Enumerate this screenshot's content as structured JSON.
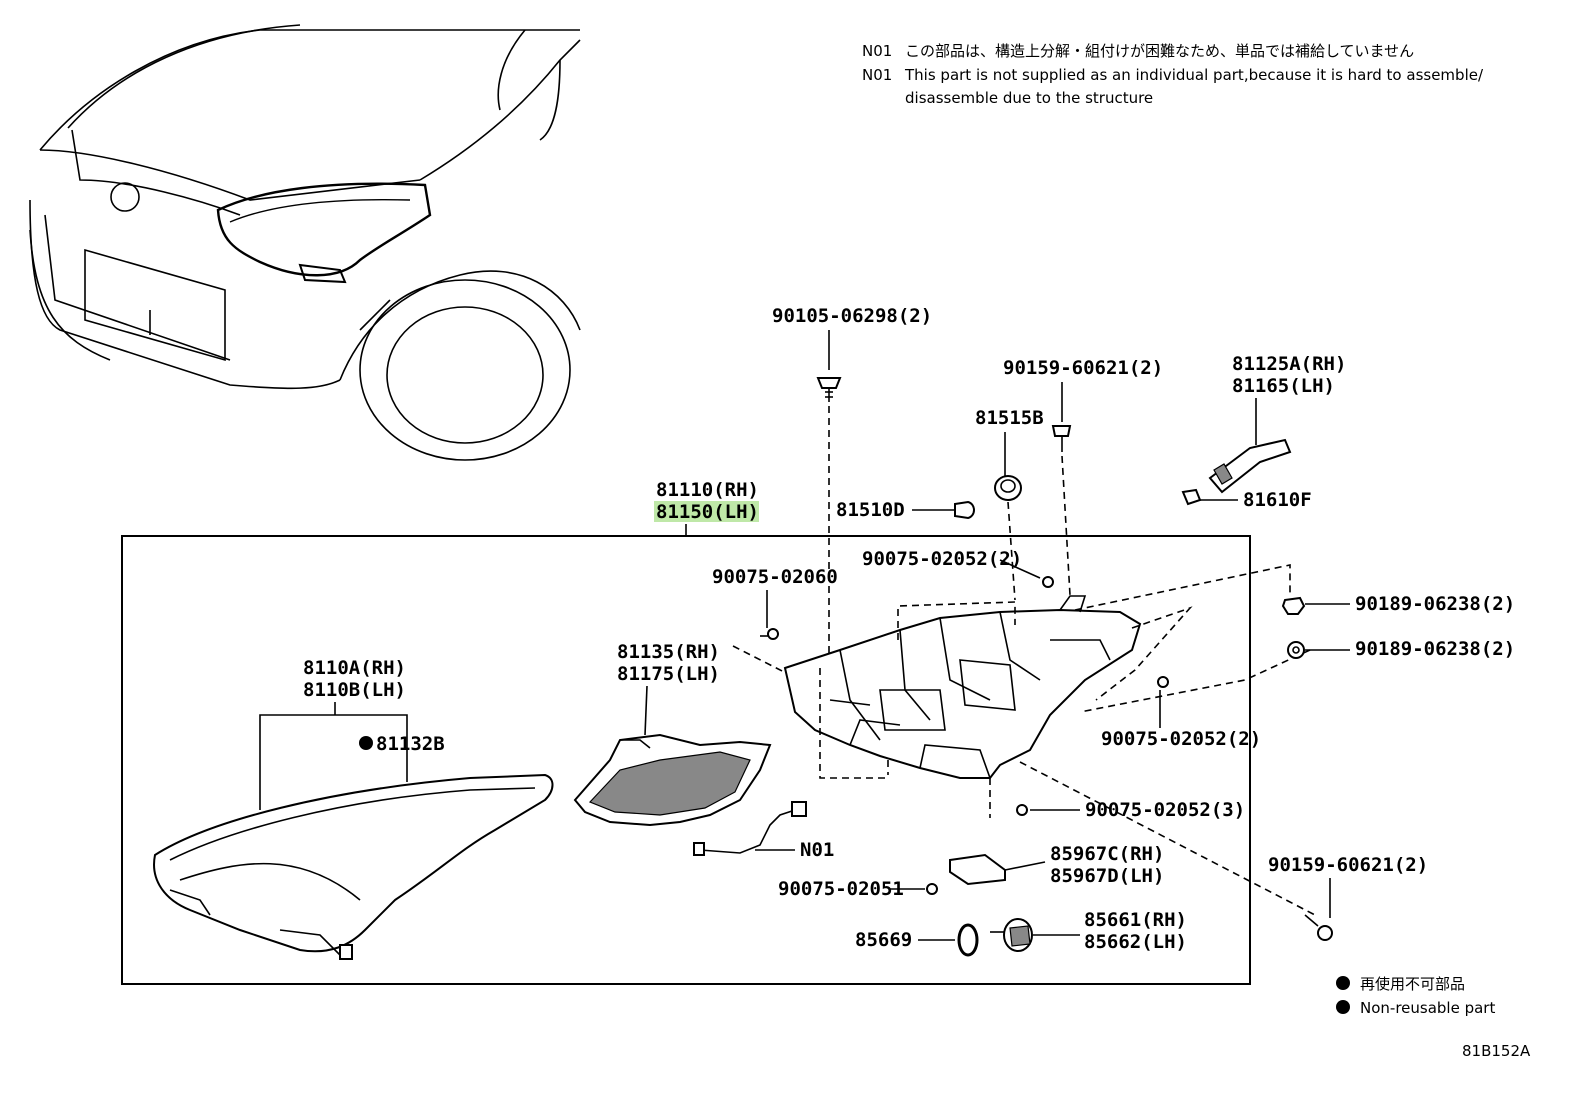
{
  "notes": {
    "n01_jp_code": "N01",
    "n01_jp_text": "この部品は、構造上分解・組付けが困難なため、単品では補給していません",
    "n01_en_code": "N01",
    "n01_en_line1": "This part is not supplied as an individual part,because it is hard to assemble/",
    "n01_en_line2": "disassemble due to the structure"
  },
  "labels": {
    "p90105": "90105-06298(2)",
    "p90159_top": "90159-60621(2)",
    "p81125": "81125A(RH)",
    "p81165": "81165(LH)",
    "p81515": "81515B",
    "p81510": "81510D",
    "p81610": "81610F",
    "p81110": "81110(RH)",
    "p81150": "81150(LH)",
    "p90075_52_top": "90075-02052(2)",
    "p90075_60": "90075-02060",
    "p90189_a": "90189-06238(2)",
    "p90189_b": "90189-06238(2)",
    "p81135": "81135(RH)",
    "p81175": "81175(LH)",
    "p8110a": "8110A(RH)",
    "p8110b": "8110B(LH)",
    "p81132": "81132B",
    "p90075_52_right": "90075-02052(2)",
    "p90075_52_3": "90075-02052(3)",
    "p_n01": "N01",
    "p85967c": "85967C(RH)",
    "p85967d": "85967D(LH)",
    "p90075_51": "90075-02051",
    "p90159_bottom": "90159-60621(2)",
    "p85669": "85669",
    "p85661": "85661(RH)",
    "p85662": "85662(LH)"
  },
  "legend": {
    "jp": "再使用不可部品",
    "en": "Non-reusable part"
  },
  "figure_code": "81B152A",
  "highlight_color": "#bfe8a8"
}
